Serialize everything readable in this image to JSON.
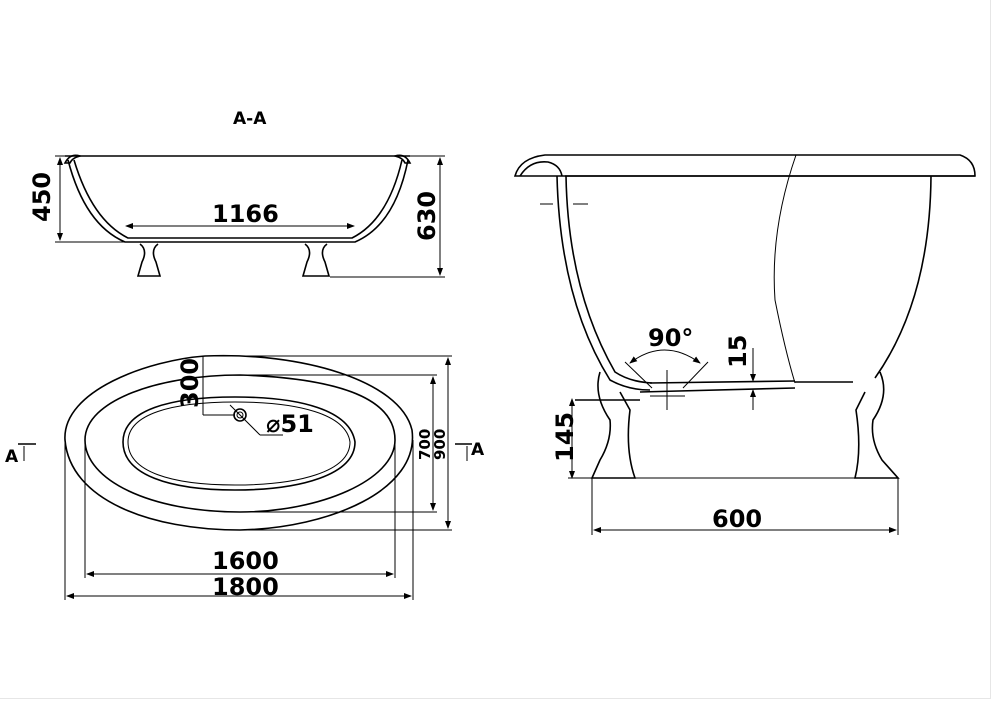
{
  "section_title": "A-A",
  "section_marker": "A",
  "dimensions": {
    "height_450": "450",
    "bottom_length_1166": "1166",
    "total_height_630": "630",
    "offset_300": "300",
    "drain_diameter": "⌀51",
    "inner_width_700": "700",
    "outer_width_900": "900",
    "inner_length_1600": "1600",
    "outer_length_1800": "1800",
    "angle_90": "90°",
    "thickness_15": "15",
    "leg_height_145": "145",
    "feet_span_600": "600"
  }
}
